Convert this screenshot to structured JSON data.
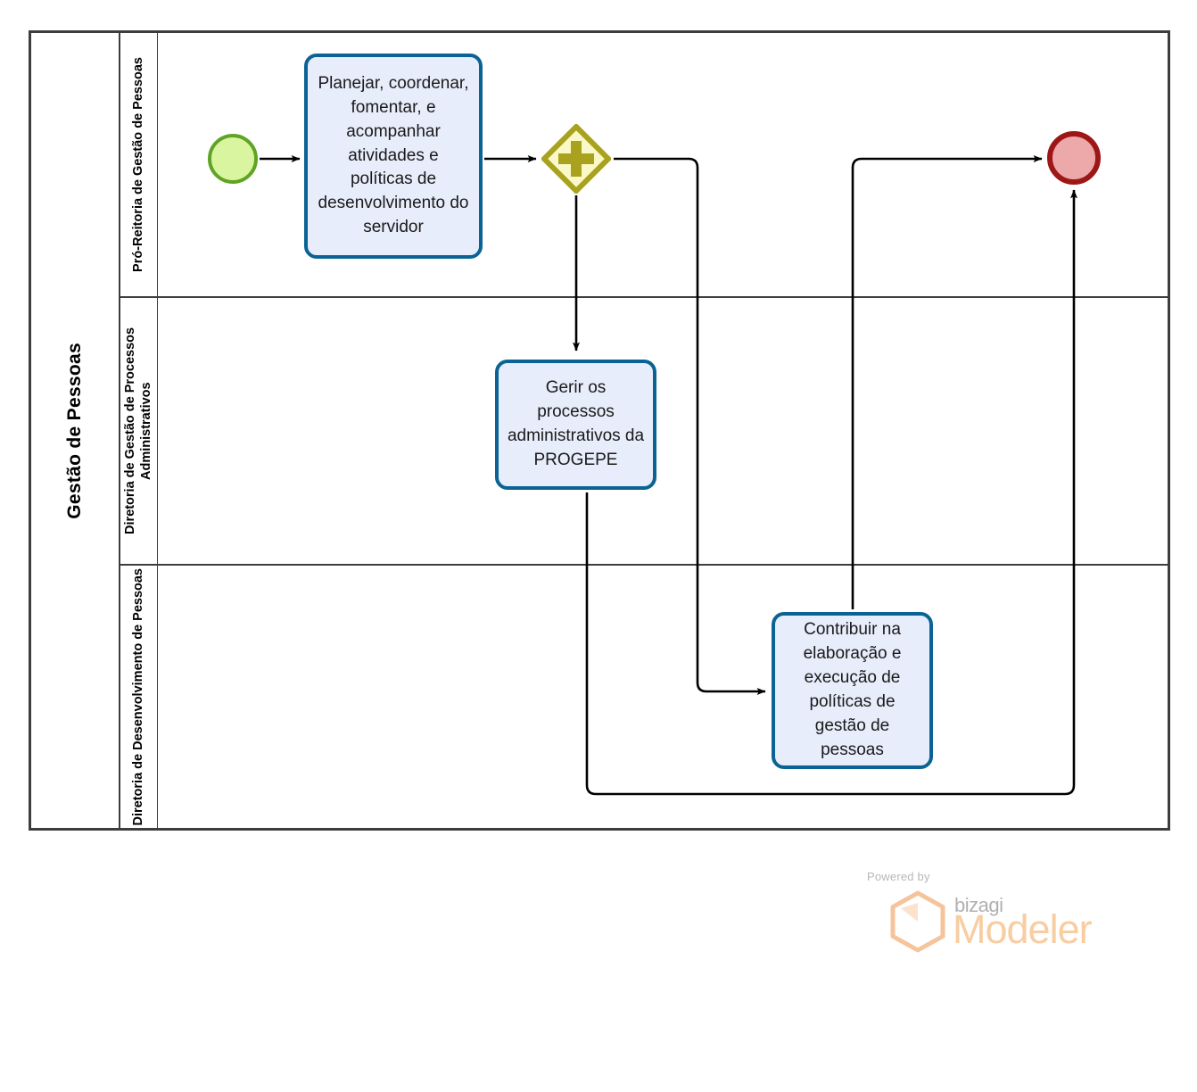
{
  "diagram": {
    "type": "bpmn-process-diagram",
    "pool": {
      "title": "Gestão de Pessoas",
      "lanes": [
        {
          "id": "lane-0",
          "label": "Pró-Reitoria de Gestão de Pessoas"
        },
        {
          "id": "lane-1",
          "label": "Diretoria de Gestão de Processos Administrativos"
        },
        {
          "id": "lane-2",
          "label": "Diretoria de Desenvolvimento de Pessoas"
        }
      ]
    },
    "nodes": {
      "start_event": {
        "name": "start-event",
        "label": "",
        "shape": "circle",
        "fill": "#d9f5a0",
        "stroke": "#5fa425",
        "lane": "lane-0"
      },
      "task_planejar": {
        "name": "task",
        "label": "Planejar, coordenar, fomentar, e acompanhar atividades e políticas de desenvolvimento do servidor",
        "shape": "rounded-rect",
        "fill": "#e8edfb",
        "stroke": "#0a6394",
        "lane": "lane-0"
      },
      "gateway": {
        "name": "parallel-gateway",
        "label": "",
        "shape": "diamond",
        "marker": "plus",
        "fill": "#fbf8c8",
        "stroke": "#a8a21e",
        "lane": "lane-0"
      },
      "task_gerir": {
        "name": "task",
        "label": "Gerir os processos administrativos da PROGEPE",
        "shape": "rounded-rect",
        "fill": "#e8edfb",
        "stroke": "#0a6394",
        "lane": "lane-1"
      },
      "task_contribuir": {
        "name": "task",
        "label": "Contribuir na elaboração e execução de políticas de gestão de pessoas",
        "shape": "rounded-rect",
        "fill": "#e8edfb",
        "stroke": "#0a6394",
        "lane": "lane-2"
      },
      "end_event": {
        "name": "end-event",
        "label": "",
        "shape": "circle",
        "fill": "#eda9a9",
        "stroke": "#9d1717",
        "lane": "lane-0"
      }
    },
    "flows": [
      {
        "from": "start_event",
        "to": "task_planejar",
        "label": ""
      },
      {
        "from": "task_planejar",
        "to": "gateway",
        "label": ""
      },
      {
        "from": "gateway",
        "to": "task_gerir",
        "label": ""
      },
      {
        "from": "gateway",
        "to": "task_contribuir",
        "label": ""
      },
      {
        "from": "task_contribuir",
        "to": "end_event",
        "label": ""
      },
      {
        "from": "task_gerir",
        "to": "end_event",
        "label": ""
      }
    ],
    "colors": {
      "pool_border": "#3d3d3d",
      "task_fill": "#e8edfb",
      "task_stroke": "#0a6394",
      "gateway_fill": "#fbf8c8",
      "gateway_stroke": "#a8a21e",
      "start_fill": "#d9f5a0",
      "start_stroke": "#5fa425",
      "end_fill": "#eda9a9",
      "end_stroke": "#9d1717",
      "connector": "#000000"
    }
  },
  "watermark": {
    "powered_by": "Powered by",
    "brand": "bizagi",
    "product": "Modeler",
    "logo_color": "#f6c49a"
  }
}
